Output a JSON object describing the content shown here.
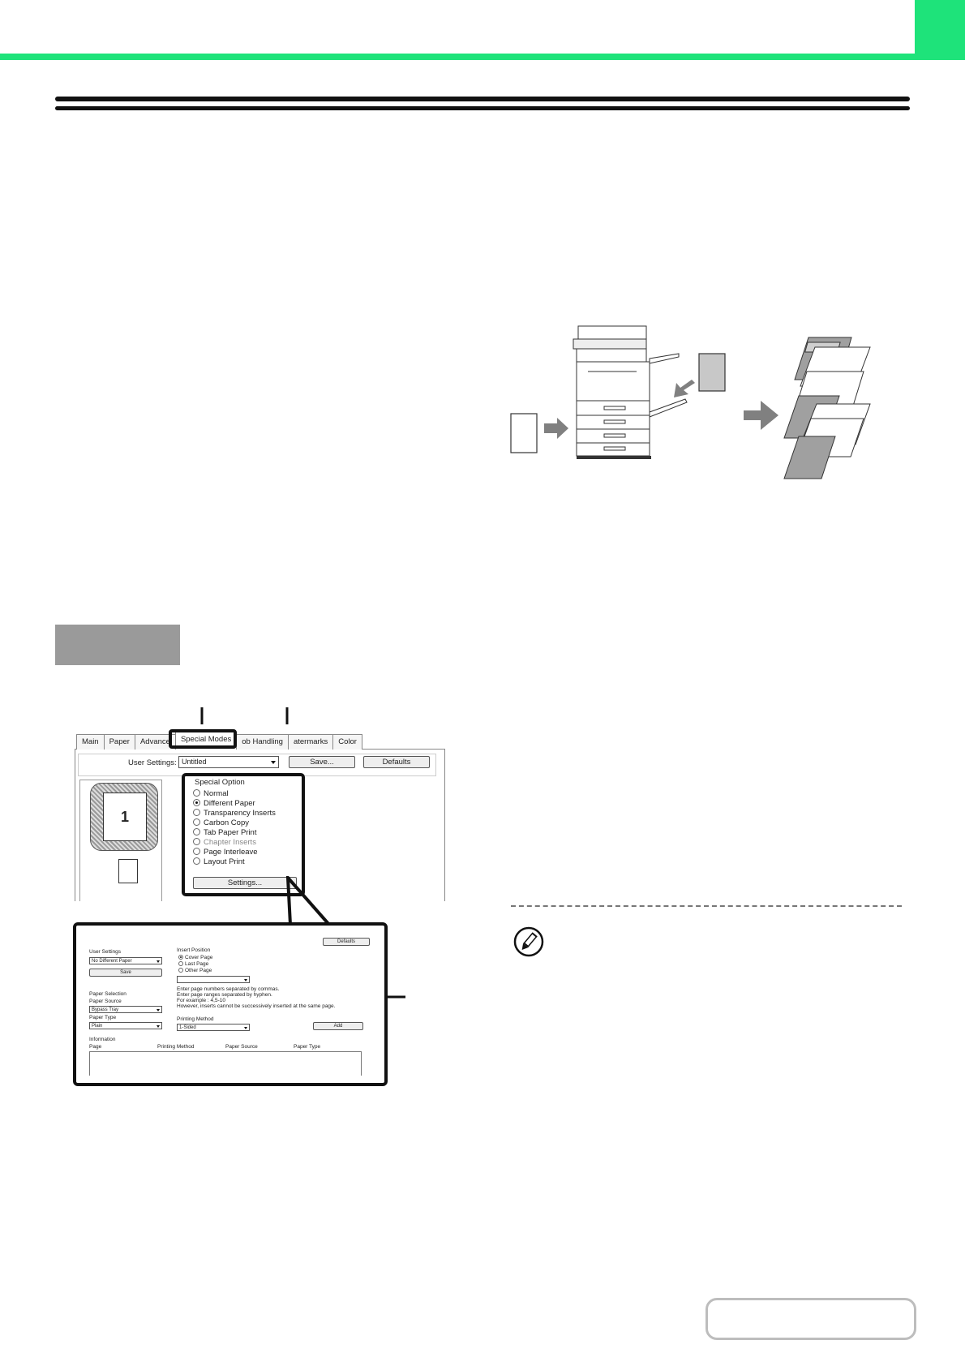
{
  "dialog": {
    "tabs": [
      "Main",
      "Paper",
      "Advance",
      "Special Modes",
      "ob Handling",
      "atermarks",
      "Color"
    ],
    "active_tab": "Special Modes",
    "user_settings_label": "User Settings:",
    "user_settings_value": "Untitled",
    "save_label": "Save...",
    "defaults_label": "Defaults",
    "preview_page_number": "1",
    "special_option_title": "Special Option",
    "options": [
      {
        "label": "Normal",
        "selected": false,
        "enabled": true
      },
      {
        "label": "Different Paper",
        "selected": true,
        "enabled": true
      },
      {
        "label": "Transparency Inserts",
        "selected": false,
        "enabled": true
      },
      {
        "label": "Carbon Copy",
        "selected": false,
        "enabled": true
      },
      {
        "label": "Tab Paper Print",
        "selected": false,
        "enabled": true
      },
      {
        "label": "Chapter Inserts",
        "selected": false,
        "enabled": false
      },
      {
        "label": "Page Interleave",
        "selected": false,
        "enabled": true
      },
      {
        "label": "Layout Print",
        "selected": false,
        "enabled": true
      }
    ],
    "settings_label": "Settings..."
  },
  "detail": {
    "defaults_label": "Defaults",
    "user_settings_label": "User Settings",
    "user_settings_value": "No Different Paper",
    "save_label": "Save",
    "insert_position_label": "Insert Position",
    "insert_options": [
      "Cover Page",
      "Last Page",
      "Other Page"
    ],
    "paper_selection_label": "Paper Selection",
    "paper_source_label": "Paper Source",
    "paper_source_value": "Bypass Tray",
    "paper_type_label": "Paper Type",
    "paper_type_value": "Plain",
    "hint_lines": [
      "Enter page numbers separated by commas.",
      "Enter page ranges separated by hyphen.",
      "For example : 4,5-10",
      "However, inserts cannot be successively inserted at the same page."
    ],
    "printing_method_label": "Printing Method",
    "printing_method_value": "1-Sided",
    "add_label": "Add",
    "information_label": "Information",
    "columns": [
      "Page",
      "Printing Method",
      "Paper Source",
      "Paper Type"
    ]
  }
}
